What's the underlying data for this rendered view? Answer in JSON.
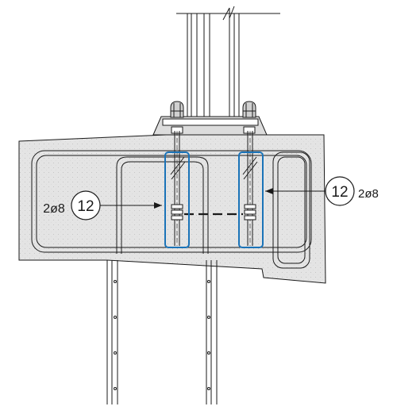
{
  "callouts": {
    "left": {
      "number": "12",
      "spec": "2ø8"
    },
    "right": {
      "number": "12",
      "spec": "2ø8"
    }
  },
  "colors": {
    "line": "#1a1a1a",
    "highlight": "#1a73b8",
    "concrete": "#e3e3e3",
    "background": "#ffffff"
  }
}
